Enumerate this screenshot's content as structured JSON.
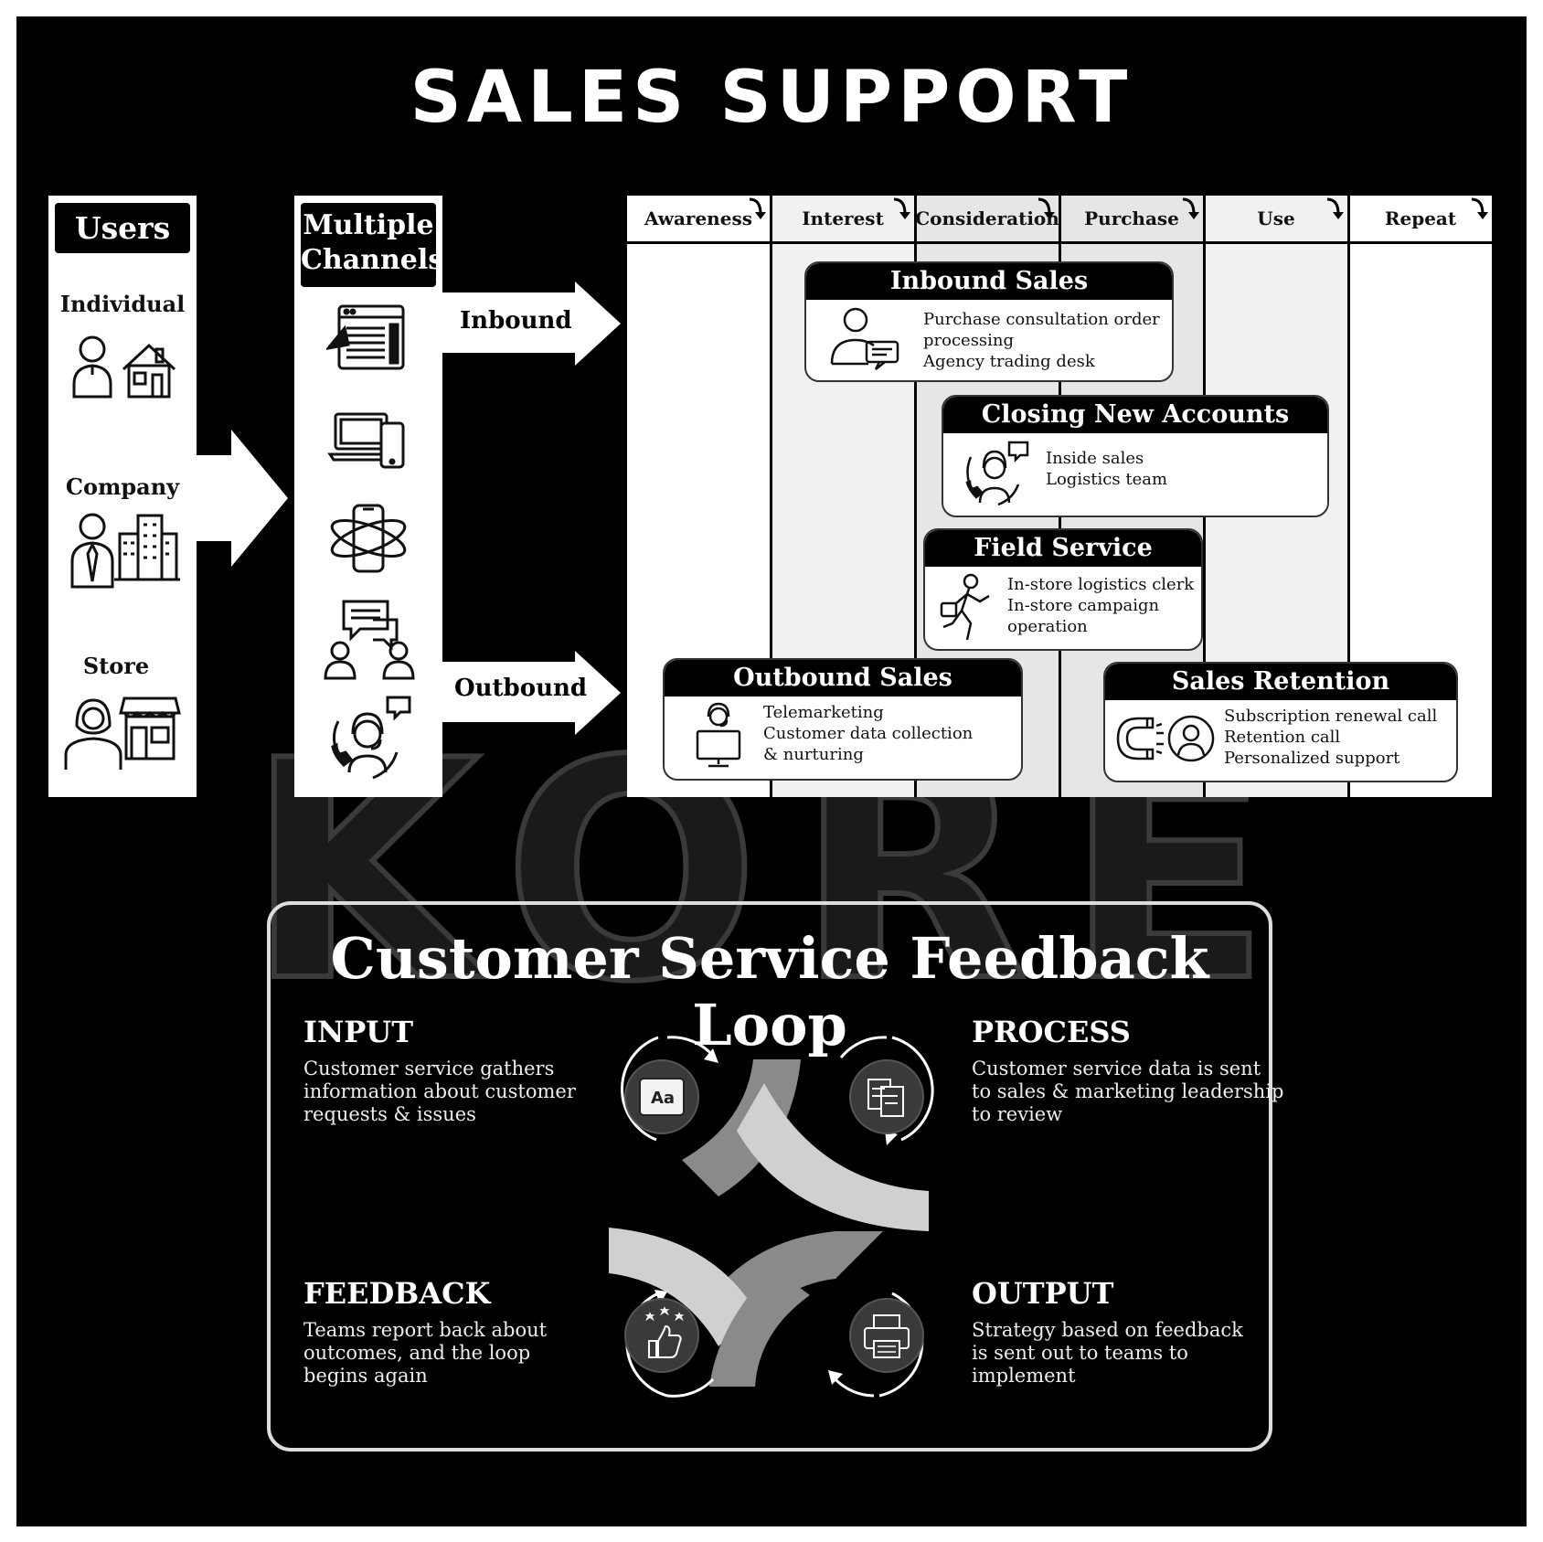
{
  "title": "SALES SUPPORT",
  "watermark": "KORE",
  "users": {
    "header": "Users",
    "items": [
      {
        "label": "Individual",
        "icon": "person-home-icon"
      },
      {
        "label": "Company",
        "icon": "businessman-building-icon"
      },
      {
        "label": "Store",
        "icon": "woman-storefront-icon"
      }
    ]
  },
  "channels": {
    "header": "Multiple\nChannels",
    "icons": [
      "web-page-icon",
      "laptop-phone-icon",
      "mobile-orbit-icon",
      "chat-people-icon",
      "call-center-agent-icon"
    ],
    "inbound": "Inbound",
    "outbound": "Outbound"
  },
  "stages": [
    "Awareness",
    "Interest",
    "Consideration",
    "Purchase",
    "Use",
    "Repeat"
  ],
  "cards": {
    "inbound_sales": {
      "title": "Inbound Sales",
      "text": "Purchase consultation order\nprocessing\nAgency trading desk"
    },
    "closing": {
      "title": "Closing New Accounts",
      "text": "Inside sales\nLogistics team"
    },
    "field": {
      "title": "Field Service",
      "text": "In-store logistics clerk\nIn-store campaign\noperation"
    },
    "outbound_sales": {
      "title": "Outbound Sales",
      "text": "Telemarketing\nCustomer data collection\n& nurturing"
    },
    "retention": {
      "title": "Sales Retention",
      "text": "Subscription renewal call\nRetention call\nPersonalized support"
    }
  },
  "loop": {
    "title": "Customer Service Feedback Loop",
    "input": {
      "heading": "INPUT",
      "text": "Customer service gathers\ninformation about customer\nrequests & issues"
    },
    "process": {
      "heading": "PROCESS",
      "text": "Customer service data is sent\nto sales & marketing leadership\nto review"
    },
    "feedback": {
      "heading": "FEEDBACK",
      "text": "Teams report back about\noutcomes, and the loop\nbegins again"
    },
    "output": {
      "heading": "OUTPUT",
      "text": "Strategy based on feedback\nis sent out to teams to\nimplement"
    },
    "icon_text": "Aa"
  }
}
